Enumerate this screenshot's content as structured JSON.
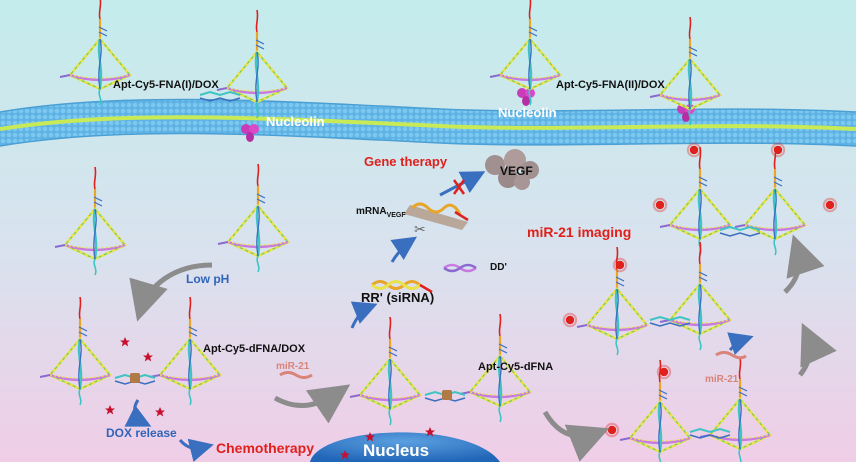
{
  "labels": {
    "apt_fna1": "Apt-Cy5-FNA(I)/DOX",
    "apt_fna2": "Apt-Cy5-FNA(II)/DOX",
    "nucleolin_left": "Nucleolin",
    "nucleolin_right": "Nucleolin",
    "gene_therapy": "Gene therapy",
    "vegf": "VEGF",
    "mrna": "mRNA",
    "mrna_sub": "VEGF",
    "mir21_imaging": "miR-21 imaging",
    "low_ph": "Low pH",
    "dd": "DD'",
    "rr_sirna": "RR' (siRNA)",
    "apt_dfna_dox": "Apt-Cy5-dFNA/DOX",
    "mir21_center": "miR-21",
    "apt_dfna": "Apt-Cy5-dFNA",
    "mir21_right": "miR-21",
    "dox_release": "DOX release",
    "chemotherapy": "Chemotherapy",
    "nucleus": "Nucleus"
  },
  "colors": {
    "background_top": "#c4ecec",
    "background_bottom": "#f0cde7",
    "membrane": "#58aee0",
    "membrane_core": "#c7ea56",
    "nucleolin": "#c93bb8",
    "nucleus": "#2f7fd0",
    "cy5": "#e0201b",
    "red_text": "#e0201b",
    "blue_text": "#2f64b8",
    "arrow_gray": "#8c8c8c"
  }
}
